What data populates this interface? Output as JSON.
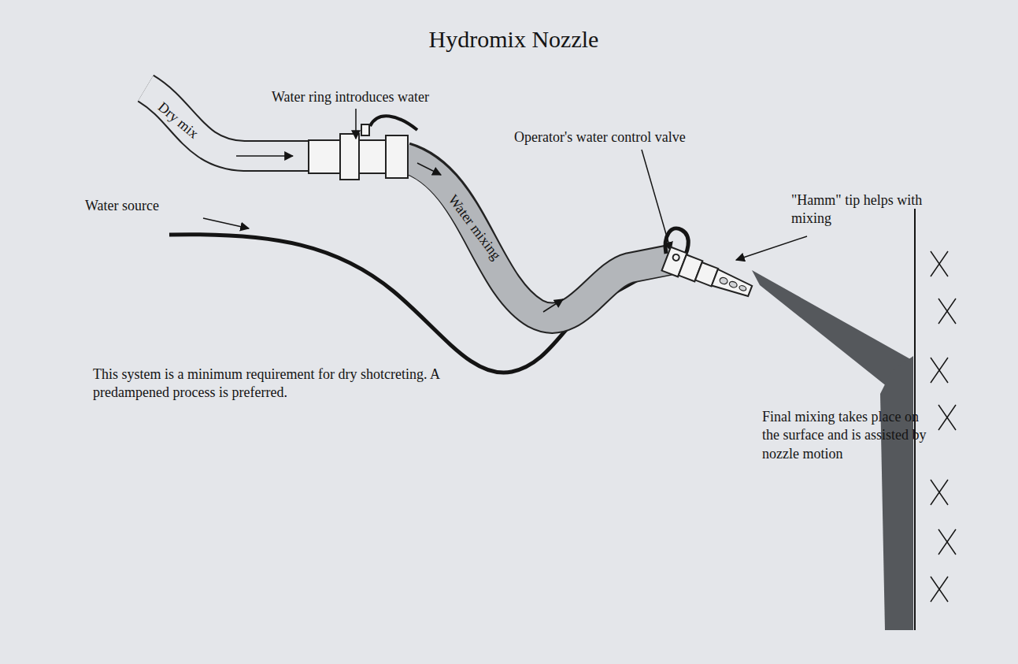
{
  "diagram": {
    "title": "Hydromix Nozzle",
    "labels": [
      "Dry mix",
      "Water ring introduces water",
      "Water source",
      "Operator's water control valve",
      "\"Hamm\" tip helps with mixing",
      "Water mixing",
      "This system is a minimum requirement for dry shotcreting. A predampened process is preferred.",
      "Final mixing takes place on the surface and is assisted by nozzle motion"
    ]
  }
}
